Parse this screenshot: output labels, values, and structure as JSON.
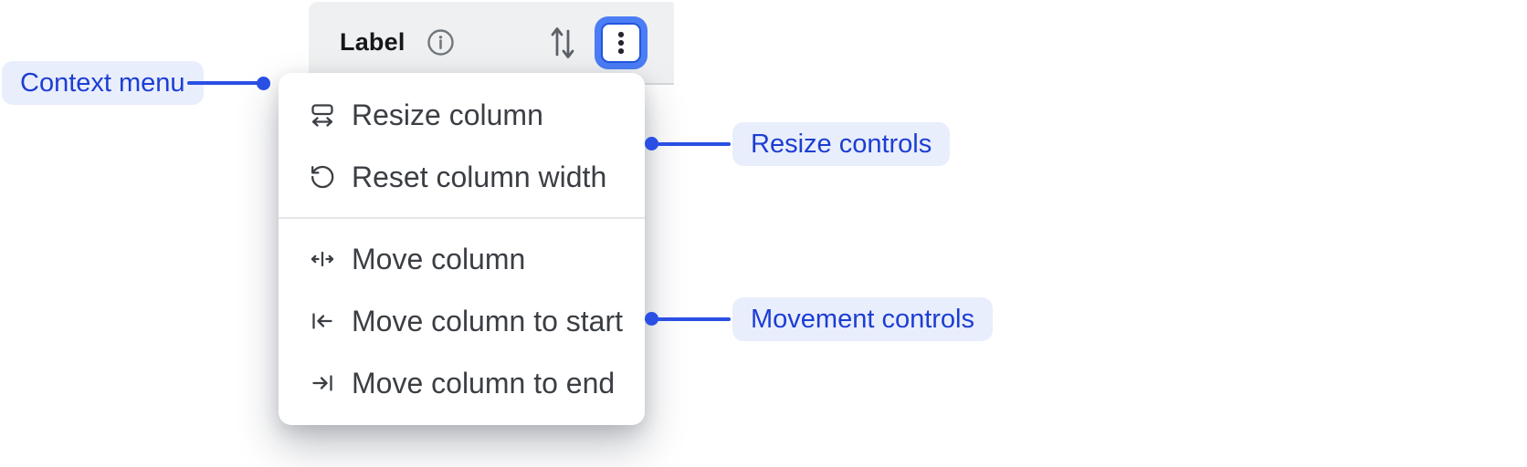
{
  "header": {
    "column_label": "Label",
    "icons": {
      "info": "info-icon",
      "sort": "sort-arrows-icon",
      "menu": "kebab-menu-icon"
    }
  },
  "context_menu": {
    "items": [
      {
        "label": "Resize column",
        "icon": "resize-column-icon",
        "group": "resize"
      },
      {
        "label": "Reset column width",
        "icon": "reset-column-width-icon",
        "group": "resize"
      },
      {
        "label": "Move column",
        "icon": "move-column-icon",
        "group": "movement"
      },
      {
        "label": "Move column to start",
        "icon": "move-column-to-start-icon",
        "group": "movement"
      },
      {
        "label": "Move column to end",
        "icon": "move-column-to-end-icon",
        "group": "movement"
      }
    ]
  },
  "annotations": [
    {
      "label": "Context menu",
      "side": "left"
    },
    {
      "label": "Resize controls",
      "side": "right"
    },
    {
      "label": "Movement controls",
      "side": "right"
    }
  ],
  "colors": {
    "accent_blue": "#2a4fe4",
    "pill_background": "#e9eefc",
    "pill_text": "#1c3ed2",
    "focus_ring": "#4b7df5",
    "focus_ring_border": "#2256df",
    "header_background": "#eef0f1",
    "menu_background": "#ffffff",
    "menu_text": "#3b3f44",
    "icon_gray": "#5d6269"
  }
}
